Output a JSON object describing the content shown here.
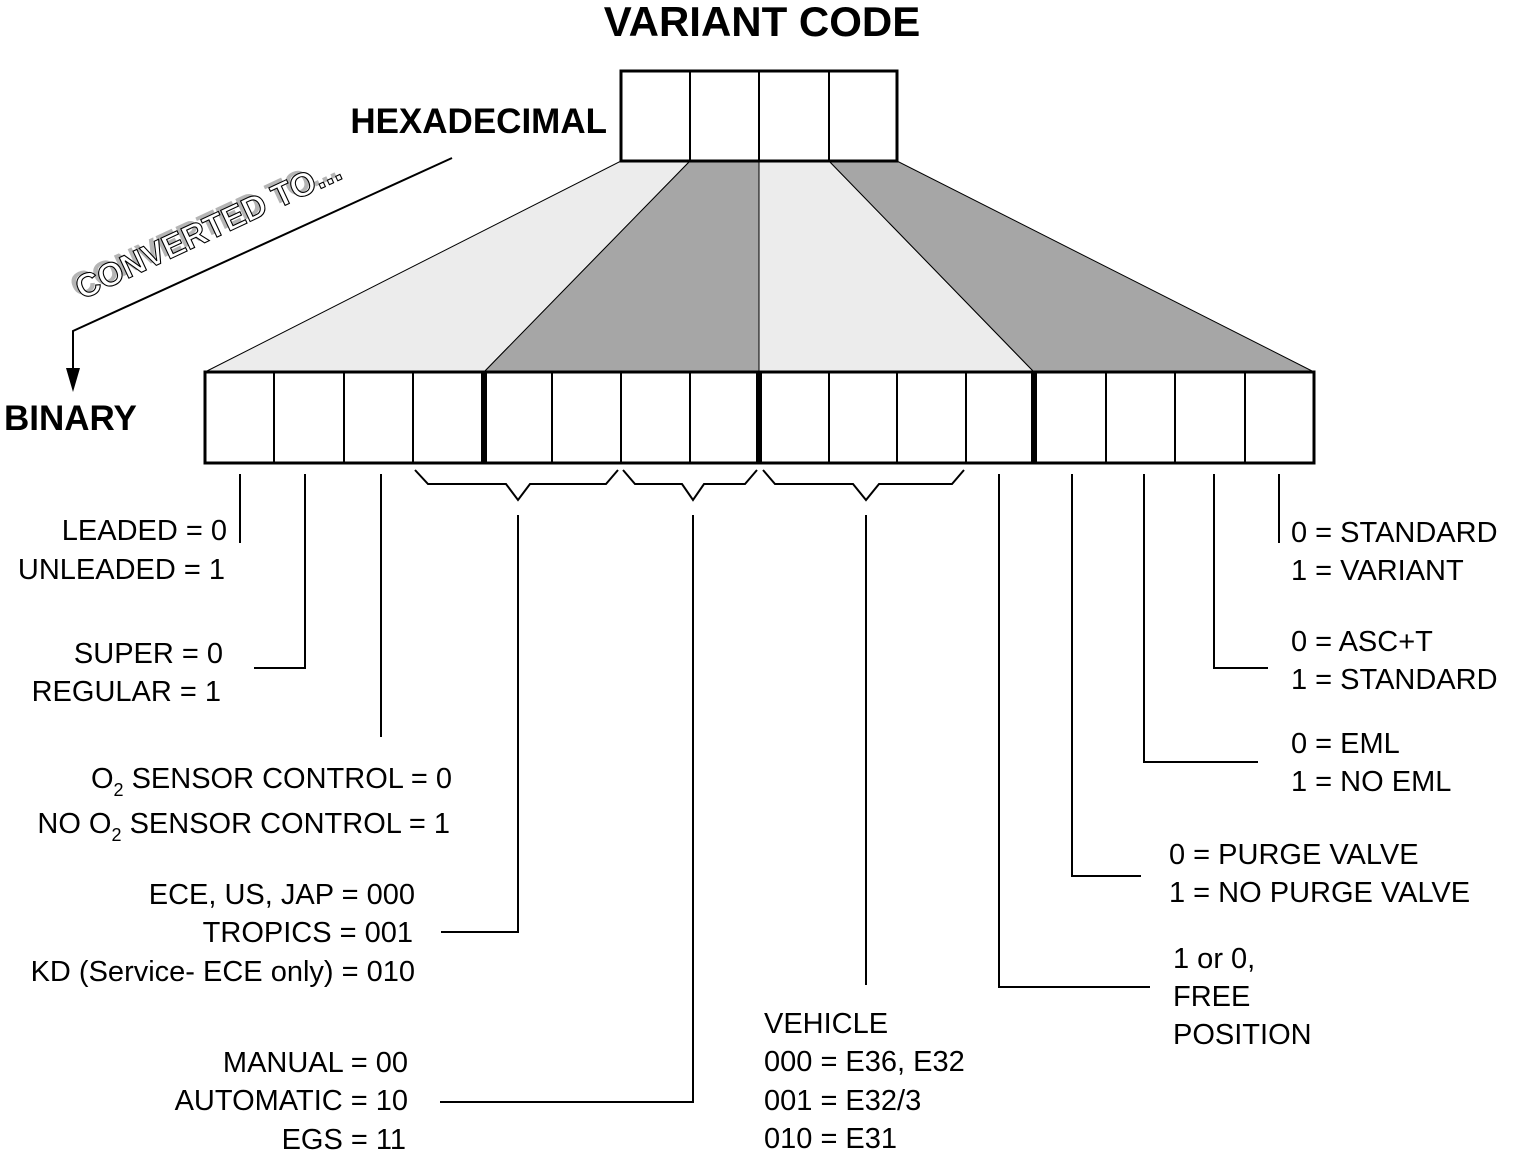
{
  "title": "VARIANT CODE",
  "hex_label": "HEXADECIMAL",
  "converted_label": "CONVERTED TO...",
  "binary_label": "BINARY",
  "colors": {
    "light_fan": "#ececec",
    "dark_fan": "#a6a6a6",
    "line": "#000000"
  },
  "bit_count": 16,
  "hex_digit_count": 4,
  "fields": {
    "fuel_lead": {
      "line1": "LEADED = 0",
      "line2": "UNLEADED = 1"
    },
    "fuel_grade": {
      "line1": "SUPER = 0",
      "line2": "REGULAR = 1"
    },
    "o2_sensor": {
      "l1_pre": "O",
      "l1_sub": "2",
      "l1_post": " SENSOR CONTROL = 0",
      "l2_pre": "NO O",
      "l2_sub": "2",
      "l2_post": " SENSOR CONTROL = 1"
    },
    "market": {
      "line1": "ECE, US, JAP =  000",
      "line2": "TROPICS = 001",
      "line3": "KD (Service- ECE only) = 010"
    },
    "transmission": {
      "line1": "MANUAL = 00",
      "line2": "AUTOMATIC = 10",
      "line3": "EGS = 11"
    },
    "vehicle": {
      "line1": "VEHICLE",
      "line2": "000 = E36, E32",
      "line3": "001 = E32/3",
      "line4": "010 = E31"
    },
    "free": {
      "line1": "1 or 0,",
      "line2": "FREE",
      "line3": "POSITION"
    },
    "purge": {
      "line1": "0 = PURGE VALVE",
      "line2": "1 = NO PURGE VALVE"
    },
    "eml": {
      "line1": "0 = EML",
      "line2": "1 = NO EML"
    },
    "asc": {
      "line1": "0 = ASC+T",
      "line2": "1 = STANDARD"
    },
    "variant": {
      "line1": "0 = STANDARD",
      "line2": "1 = VARIANT"
    }
  }
}
